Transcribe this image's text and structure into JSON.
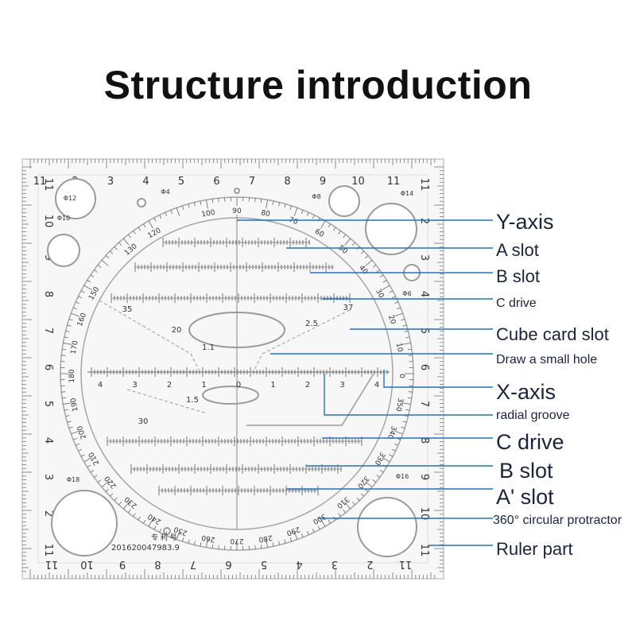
{
  "title": "Structure introduction",
  "ruler_numbers": {
    "top": [
      "11",
      "2",
      "3",
      "4",
      "5",
      "6",
      "7",
      "8",
      "9",
      "10",
      "11"
    ],
    "bottom": [
      "11",
      "10",
      "9",
      "8",
      "7",
      "6",
      "5",
      "4",
      "3",
      "2",
      "11"
    ],
    "left": [
      "11",
      "10",
      "9",
      "8",
      "7",
      "6",
      "5",
      "4",
      "3",
      "2",
      "11"
    ],
    "right": [
      "11",
      "2",
      "3",
      "4",
      "5",
      "6",
      "7",
      "8",
      "9",
      "10",
      "11"
    ],
    "center_scale": [
      "4",
      "3",
      "2",
      "1",
      "0",
      "1",
      "2",
      "3",
      "4"
    ],
    "protractor": [
      "100",
      "90",
      "80",
      "70",
      "60",
      "50",
      "40",
      "120",
      "130",
      "150",
      "160",
      "170",
      "180",
      "190",
      "200",
      "210",
      "220",
      "230",
      "240",
      "250",
      "260",
      "270",
      "280",
      "290",
      "300",
      "310",
      "320",
      "330",
      "340",
      "350",
      "0",
      "10",
      "20",
      "30"
    ],
    "inner_marks": [
      "35",
      "20",
      "1.1",
      "2.5",
      "37",
      "1.5",
      "30"
    ],
    "hole_labels": [
      "Φ12",
      "Φ4",
      "Φ8",
      "Φ14",
      "Φ10",
      "Φ6",
      "Φ18",
      "Φ16"
    ],
    "patent": "专 利 号",
    "serial": "201620047983.9"
  },
  "callouts": [
    {
      "label": "Y-axis"
    },
    {
      "label": "A slot"
    },
    {
      "label": "B slot"
    },
    {
      "label": "C drive"
    },
    {
      "label": "Cube card slot"
    },
    {
      "label": "Draw a small hole"
    },
    {
      "label": "X-axis"
    },
    {
      "label": "radial groove"
    },
    {
      "label": "C drive"
    },
    {
      "label": "B slot"
    },
    {
      "label": "A' slot"
    },
    {
      "label": "360° circular protractor"
    },
    {
      "label": "Ruler part"
    }
  ],
  "colors": {
    "line": "#1f73c9",
    "label": "#1a2440",
    "ruler": "#555555"
  }
}
